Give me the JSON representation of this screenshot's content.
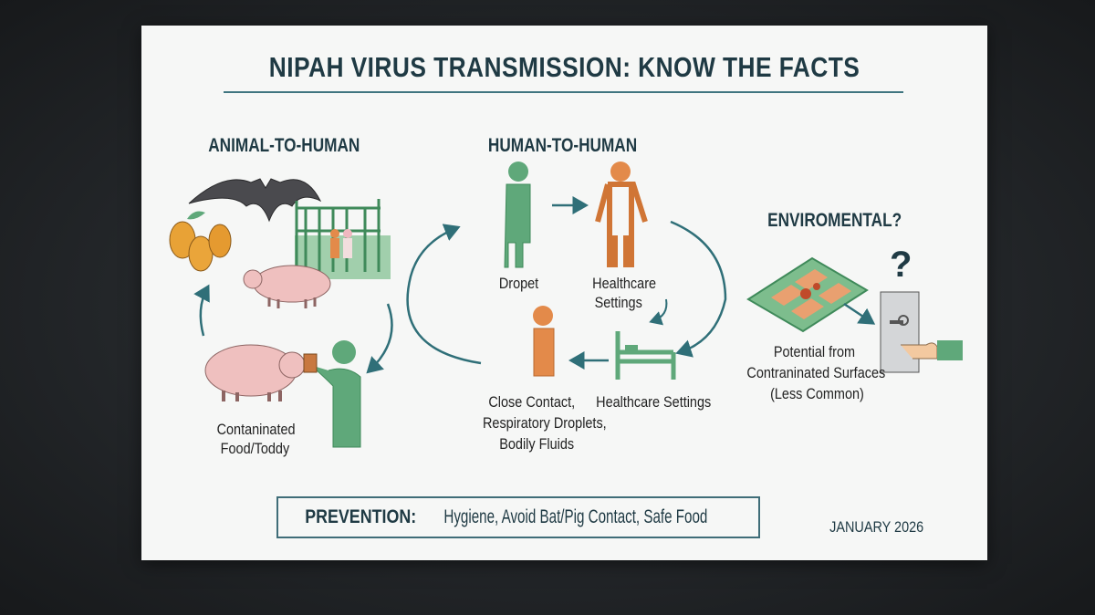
{
  "title": "NIPAH VIRUS TRANSMISSION: KNOW THE FACTS",
  "sections": {
    "animal": {
      "heading": "ANIMAL-TO-HUMAN",
      "label_line1": "Contaninated",
      "label_line2": "Food/Toddy"
    },
    "human": {
      "heading": "HUMAN-TO-HUMAN",
      "droplet_label": "Dropet",
      "healthcare_line1": "Healthcare",
      "healthcare_line2": "Settings",
      "close_contact_line1": "Close Contact,",
      "close_contact_line2": "Respiratory Droplets,",
      "close_contact_line3": "Bodily Fluids",
      "healthcare_settings": "Healthcare Settings"
    },
    "environmental": {
      "heading": "ENVIROMENTAL?",
      "question_mark": "?",
      "label_line1": "Potential from",
      "label_line2": "Contraninated Surfaces",
      "label_line3": "(Less Common)"
    }
  },
  "prevention": {
    "prefix": "PREVENTION:",
    "text": "Hygiene, Avoid Bat/Pig Contact, Safe Food"
  },
  "date": "JANUARY 2026",
  "colors": {
    "teal": "#2f6f78",
    "green": "#5fa87a",
    "orange": "#e38a4a",
    "pink": "#efc0bf",
    "bat": "#4a4a4e"
  }
}
